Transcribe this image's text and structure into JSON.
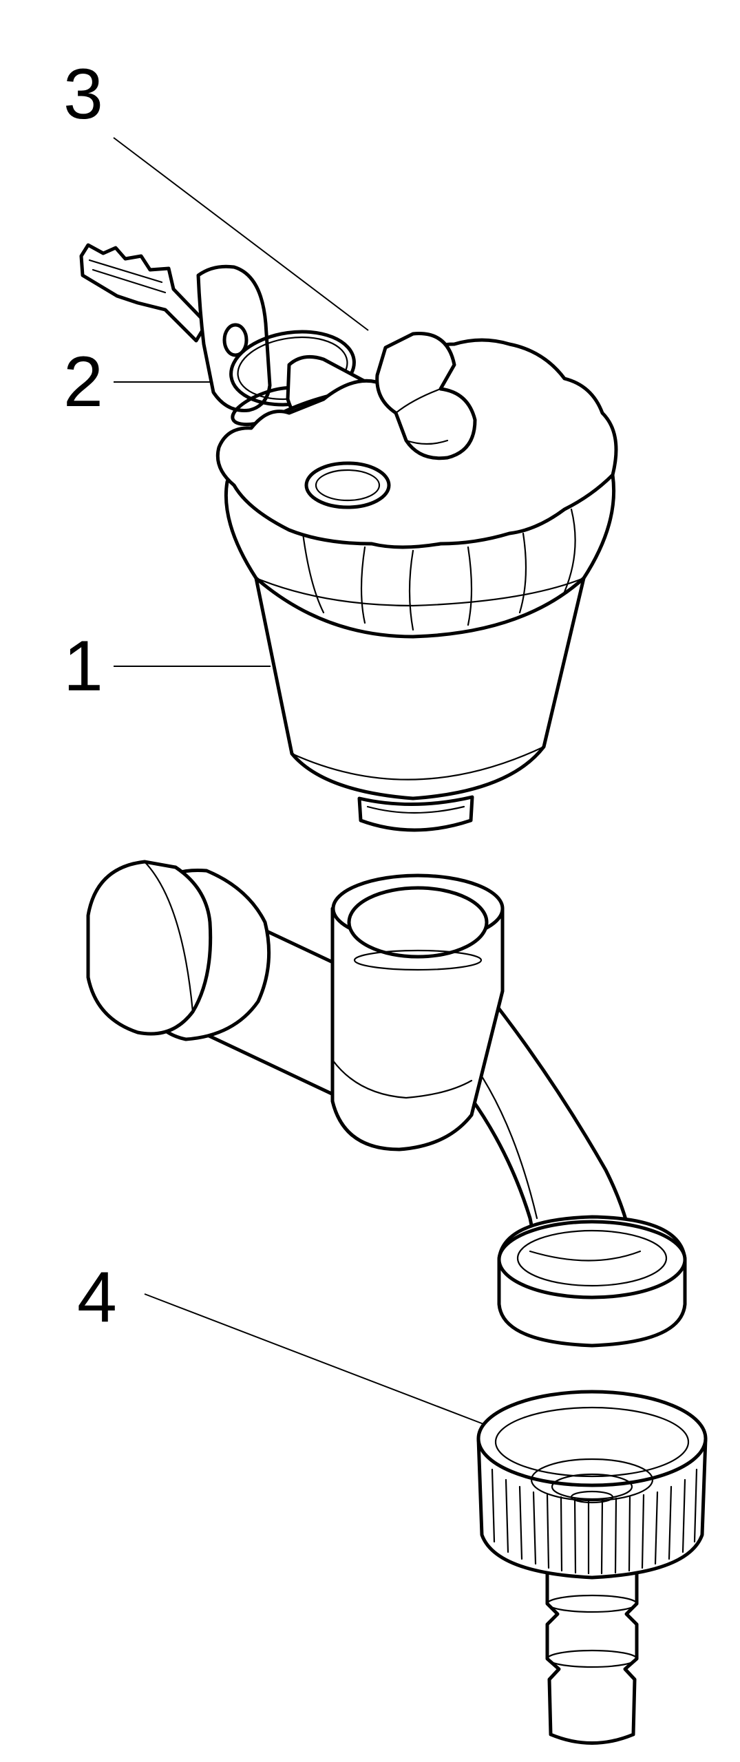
{
  "callouts": [
    {
      "id": "1",
      "label": "1"
    },
    {
      "id": "2",
      "label": "2"
    },
    {
      "id": "3",
      "label": "3"
    },
    {
      "id": "4",
      "label": "4"
    }
  ],
  "parts": [
    {
      "callout": "1",
      "icon": "lockable-cap-icon"
    },
    {
      "callout": "2",
      "icon": "keys-on-ring-icon"
    },
    {
      "callout": "3",
      "icon": "lock-cover-icon"
    },
    {
      "callout": "4",
      "icon": "hose-connector-icon"
    }
  ],
  "colors": {
    "line": "#000000",
    "background": "#ffffff"
  }
}
